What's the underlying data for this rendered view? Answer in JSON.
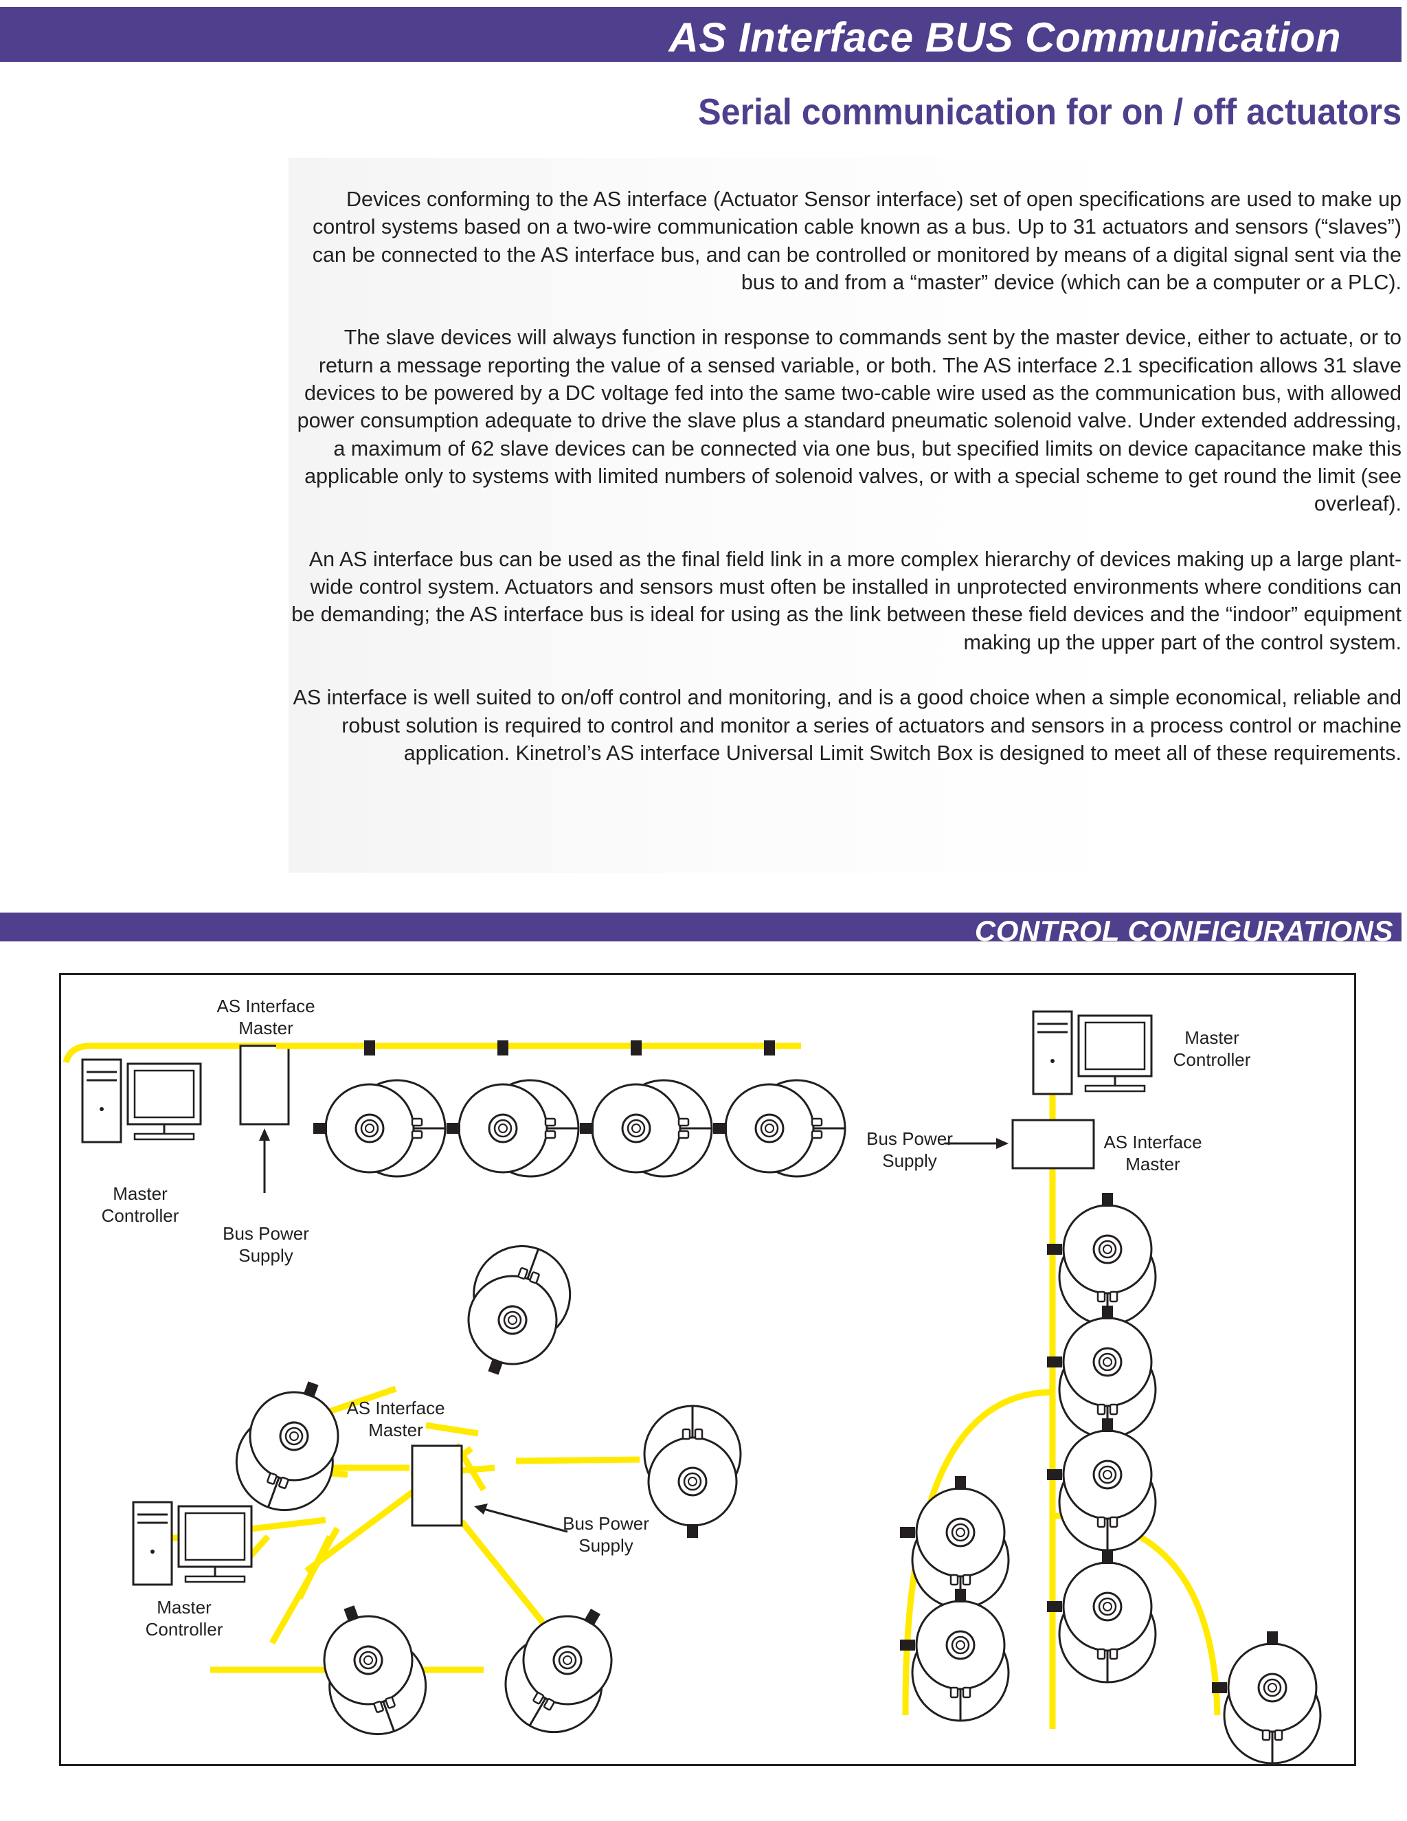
{
  "header": {
    "title": "AS Interface BUS Communication",
    "subtitle": "Serial communication for on / off actuators"
  },
  "body": {
    "paragraphs": [
      "Devices conforming to the AS interface (Actuator Sensor interface) set of open specifications are used to make up control systems based on a two-wire communication cable known as a bus. Up to 31 actuators and sensors (“slaves”) can be connected to the AS interface bus, and can be controlled or monitored by means of a digital signal sent via the bus to and from a “master” device (which can be a computer or a PLC).",
      "The slave devices will always function in response to commands sent by the master device, either to actuate, or to return a message reporting the value of a sensed variable, or both. The AS interface 2.1 specification allows 31 slave devices to be powered by a DC voltage fed into the same two-cable wire used as the communication bus, with allowed power consumption adequate to drive the slave plus a standard pneumatic solenoid valve. Under extended addressing, a maximum of 62 slave devices can be connected via one bus, but specified limits on device capacitance make this applicable only to systems with limited numbers of solenoid valves, or with a special scheme to get round the limit (see overleaf).",
      "An AS interface bus can be used as the final field link in a more complex hierarchy of devices making up a large plant-wide control system. Actuators and sensors must often be installed in unprotected environments where conditions can be demanding; the AS interface bus is ideal for using as the link between these field devices and the “indoor” equipment making up the upper part of the control system.",
      "AS interface is well suited to on/off control and monitoring, and is a good choice when a simple economical, reliable and robust solution is required to control and monitor a series of actuators and sensors in a process control or machine application. Kinetrol’s AS interface Universal Limit Switch Box is designed to meet all of these requirements."
    ]
  },
  "section": {
    "title": "CONTROL CONFIGURATIONS"
  },
  "diagram": {
    "bus_color": "#ffea00",
    "accent_color": "#4f3f8c",
    "labels": {
      "as_interface": "AS Interface",
      "master": "Master",
      "master_word": "Master",
      "controller": "Controller",
      "bus_power": "Bus Power",
      "supply": "Supply"
    }
  }
}
